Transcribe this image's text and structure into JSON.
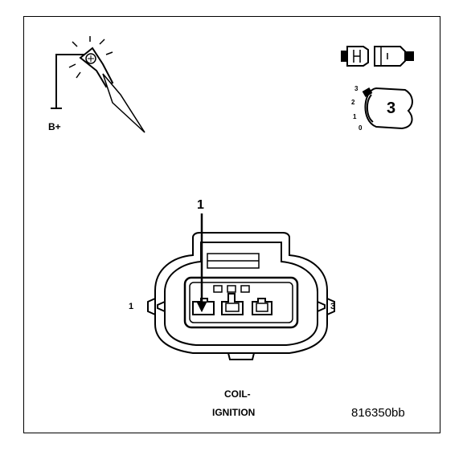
{
  "diagram": {
    "voltage_label": "B+",
    "switch_positions": [
      "3",
      "2",
      "1",
      "0"
    ],
    "switch_key_number": "3",
    "pin_callout": "1",
    "pin_left_label": "1",
    "pin_right_label": "3",
    "connector_name_line1": "COIL-",
    "connector_name_line2": "IGNITION",
    "figure_id": "816350bb"
  }
}
